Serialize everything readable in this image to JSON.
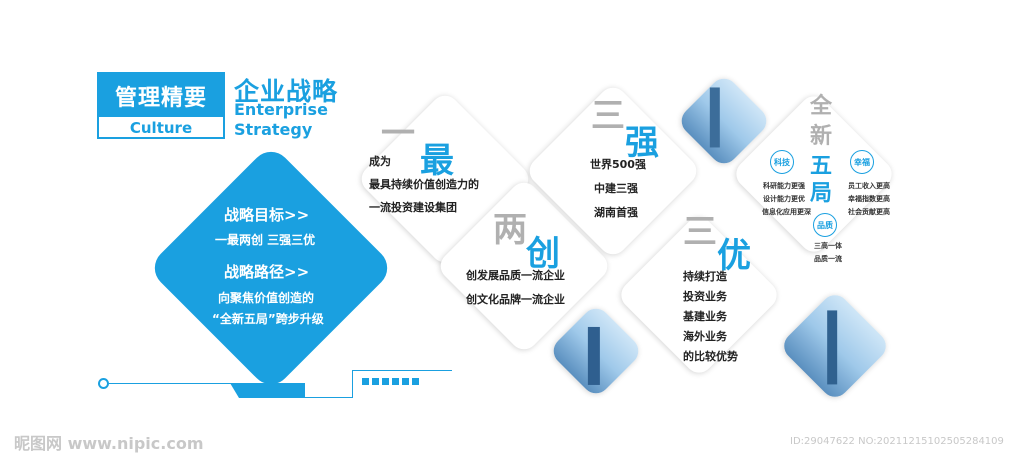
{
  "header": {
    "title": "管理精要",
    "subtitle": "Culture",
    "section_zh": "企业战略",
    "section_en_1": "Enterprise",
    "section_en_2": "Strategy"
  },
  "goal": {
    "label1": "战略目标>>",
    "text1": "一最两创 三强三优",
    "label2": "战略路径>>",
    "text2a": "向聚焦价值创造的",
    "text2b": "“全新五局”跨步升级"
  },
  "zui": {
    "char_gray": "一",
    "char_blue": "最",
    "line1": "成为",
    "line2": "最具持续价值创造力的",
    "line3": "一流投资建设集团"
  },
  "chuang": {
    "char_gray": "两",
    "char_blue": "创",
    "line1": "创发展品质一流企业",
    "line2": "创文化品牌一流企业"
  },
  "qiang": {
    "char_gray": "三",
    "char_blue": "强",
    "line1": "世界500强",
    "line2": "中建三强",
    "line3": "湖南首强"
  },
  "you": {
    "char_gray": "三",
    "char_blue": "优",
    "line1": "持续打造",
    "line2": "投资业务",
    "line3": "基建业务",
    "line4": "海外业务",
    "line5": "的比较优势"
  },
  "wuju": {
    "char1": "全",
    "char2": "新",
    "char3": "五",
    "char4": "局",
    "tag_ke": "科技",
    "tag_xing": "幸福",
    "tag_pin": "品质",
    "ke_lines": [
      "科研能力更强",
      "设计能力更优",
      "信息化应用更深"
    ],
    "xing_lines": [
      "员工收入更高",
      "幸福指数更高",
      "社会贡献更高"
    ],
    "pin_lines": [
      "三高一体",
      "品质一流"
    ]
  },
  "watermark": {
    "left": "昵图网 www.nipic.com",
    "right": "ID:29047622 NO:20211215102505284109"
  },
  "colors": {
    "accent": "#1aa0e0",
    "gray": "#b0b0b0"
  }
}
